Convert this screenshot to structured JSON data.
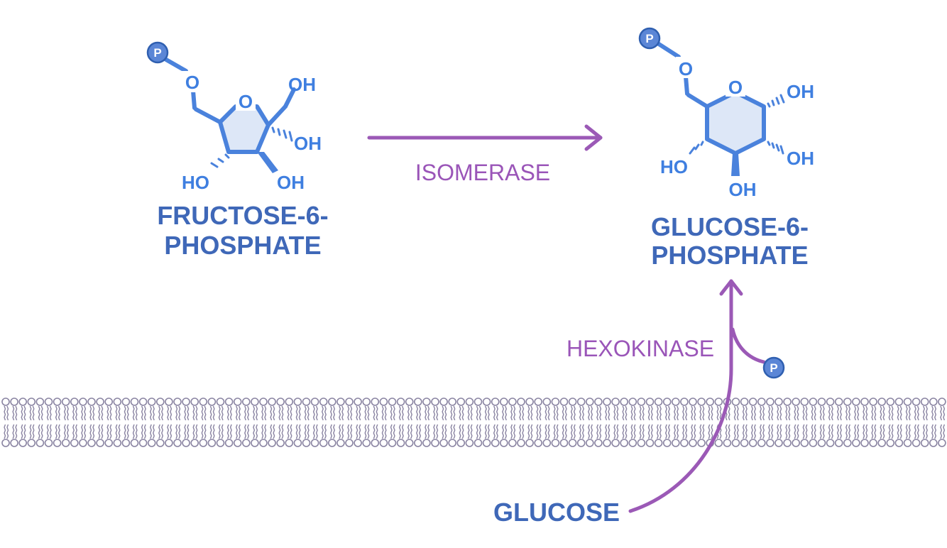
{
  "fructose": {
    "name_line1": "FRUCTOSE-6-",
    "name_line2": "PHOSPHATE",
    "ring_oxygen": "O",
    "link_oxygen": "O",
    "phosphate": "P",
    "oh_top_right": "OH",
    "oh_right": "OH",
    "oh_bottom_right": "OH",
    "ho_bottom_left": "HO"
  },
  "glucose6p": {
    "name_line1": "GLUCOSE-6-",
    "name_line2": "PHOSPHATE",
    "ring_oxygen": "O",
    "link_oxygen": "O",
    "phosphate": "P",
    "oh_top_right": "OH",
    "oh_right": "OH",
    "oh_bottom": "OH",
    "ho_left": "HO"
  },
  "isomerase_label": "ISOMERASE",
  "hexokinase_label": "HEXOKINASE",
  "hexokinase_phosphate": "P",
  "glucose_label": "GLUCOSE",
  "colors": {
    "molecule_blue": "#4a82dc",
    "label_blue": "#3f68b8",
    "arrow_purple": "#9b59b6",
    "membrane_gray": "#8a84a2"
  }
}
